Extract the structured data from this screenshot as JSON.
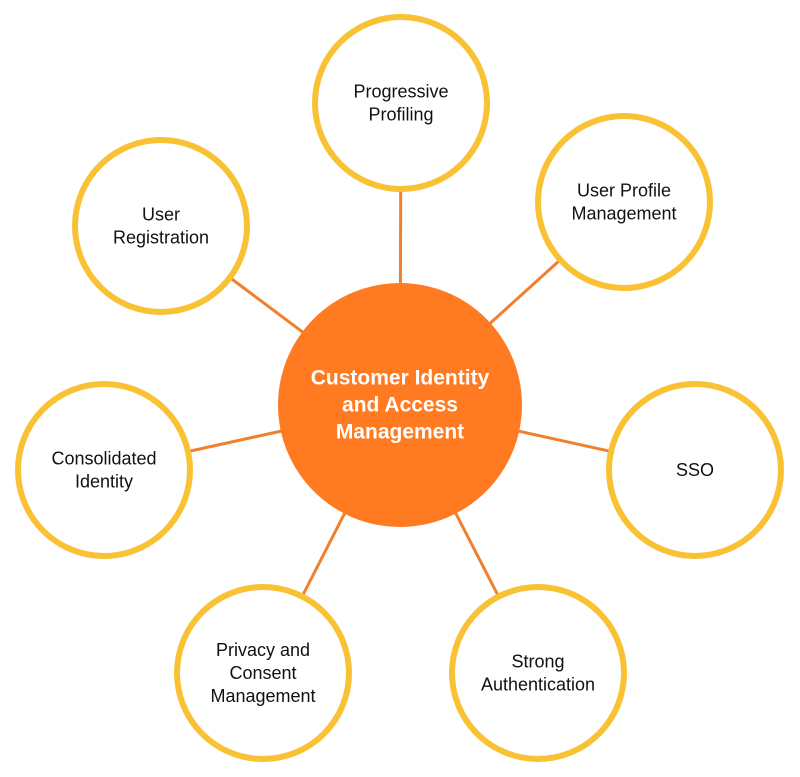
{
  "colors": {
    "center_fill": "#FF7A21",
    "node_stroke": "#F9C134",
    "connector": "#F07F2E",
    "node_fill": "#FFFFFF",
    "center_text": "#FFFFFF",
    "node_text": "#111111"
  },
  "center": {
    "lines": [
      "Customer Identity",
      "and Access",
      "Management"
    ]
  },
  "nodes": [
    {
      "id": "progressive-profiling",
      "lines": [
        "Progressive",
        "Profiling"
      ]
    },
    {
      "id": "user-profile-management",
      "lines": [
        "User Profile",
        "Management"
      ]
    },
    {
      "id": "sso",
      "lines": [
        "SSO"
      ]
    },
    {
      "id": "strong-authentication",
      "lines": [
        "Strong",
        "Authentication"
      ]
    },
    {
      "id": "privacy-and-consent-management",
      "lines": [
        "Privacy and",
        "Consent",
        "Management"
      ]
    },
    {
      "id": "consolidated-identity",
      "lines": [
        "Consolidated",
        "Identity"
      ]
    },
    {
      "id": "user-registration",
      "lines": [
        "User",
        "Registration"
      ]
    }
  ]
}
